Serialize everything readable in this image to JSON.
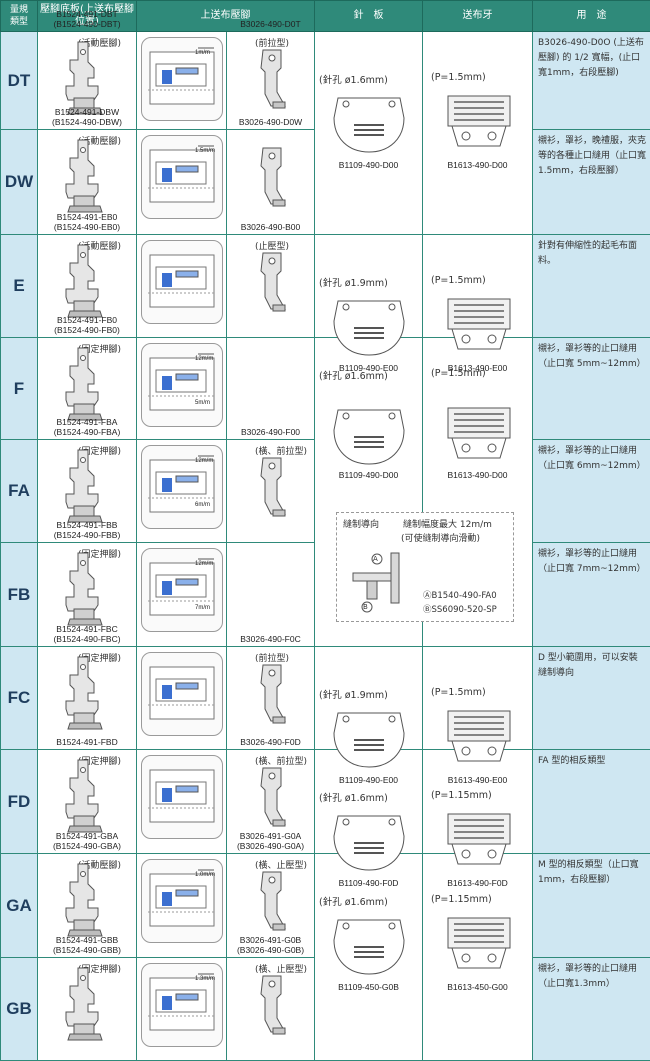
{
  "headers": {
    "type": "量規\n類型",
    "foot": "壓腳底板(上送布壓腳位置)",
    "upper": "上送布壓腳",
    "needle": "針　板",
    "feed": "送布牙",
    "use": "用　途"
  },
  "rows": [
    {
      "code": "DT",
      "foot_tag": "(活動壓腳)",
      "foot_pn": "B1524-491-DBT\n(B1524-490-DBT)",
      "upper_tag": "(前拉型)",
      "upper_pn": "B3026-490-D0T",
      "dim": "1m/m",
      "use": "B3026-490-D0O (上送布壓腳) 的 1/2 寬幅，(止口寬1mm，右段壓腳)"
    },
    {
      "code": "DW",
      "foot_tag": "(活動壓腳)",
      "foot_pn": "B1524-491-DBW\n(B1524-490-DBW)",
      "upper_pn": "B3026-490-D0W",
      "dim": "1.5m/m",
      "use": "襯衫，罩衫，晚禮服，夾克等的各種止口縫用（止口寬1.5mm，右段壓腳）"
    },
    {
      "code": "E",
      "foot_tag": "(活動壓腳)",
      "foot_pn": "B1524-491-EB0\n(B1524-490-EB0)",
      "upper_tag": "(止壓型)",
      "upper_pn": "B3026-490-B00",
      "use": "針對有伸縮性的起毛布面料。"
    },
    {
      "code": "F",
      "foot_tag": "(固定押腳)",
      "foot_pn": "B1524-491-FB0\n(B1524-490-FB0)",
      "dim": "12m/m",
      "dim2": "5m/m",
      "use": "襯衫，罩衫等的止口縫用（止口寬 5mm~12mm）"
    },
    {
      "code": "FA",
      "foot_tag": "(固定押腳)",
      "foot_pn": "B1524-491-FBA\n(B1524-490-FBA)",
      "upper_tag": "(橫、前拉型)",
      "upper_pn": "B3026-490-F00",
      "dim": "12m/m",
      "dim2": "6m/m",
      "use": "襯衫，罩衫等的止口縫用（止口寬 6mm~12mm）"
    },
    {
      "code": "FB",
      "foot_tag": "(固定押腳)",
      "foot_pn": "B1524-491-FBB\n(B1524-490-FBB)",
      "dim": "12m/m",
      "dim2": "7m/m",
      "use": "襯衫，罩衫等的止口縫用（止口寬 7mm~12mm）"
    },
    {
      "code": "FC",
      "foot_tag": "(固定押腳)",
      "foot_pn": "B1524-491-FBC\n(B1524-490-FBC)",
      "upper_tag": "(前拉型)",
      "upper_pn": "B3026-490-F0C",
      "use": "D 型小範圍用，可以安裝縫制導向"
    },
    {
      "code": "FD",
      "foot_tag": "(固定押腳)",
      "foot_pn": "B1524-491-FBD",
      "upper_tag": "(橫、前拉型)",
      "upper_pn": "B3026-490-F0D",
      "use": "FA 型的相反類型"
    },
    {
      "code": "GA",
      "foot_tag": "(活動壓腳)",
      "foot_pn": "B1524-491-GBA\n(B1524-490-GBA)",
      "upper_tag": "(橫、止壓型)",
      "upper_pn": "B3026-491-G0A\n(B3026-490-G0A)",
      "dim": "1.0m/m",
      "use": "M 型的相反類型（止口寬1mm，右段壓腳）"
    },
    {
      "code": "GB",
      "foot_tag": "(固定押腳)",
      "foot_pn": "B1524-491-GBB\n(B1524-490-GBB)",
      "upper_tag": "(橫、止壓型)",
      "upper_pn": "B3026-491-G0B\n(B3026-490-G0B)",
      "dim": "1.3m/m",
      "use": "襯衫，罩衫等的止口縫用（止口寬1.3mm）"
    }
  ],
  "needle_groups": [
    {
      "spec": "(針孔 ø1.6mm)",
      "pn": "B1109-490-D00"
    },
    {
      "spec": "(針孔 ø1.9mm)",
      "pn": "B1109-490-E00"
    },
    {
      "spec": "(針孔 ø1.6mm)",
      "pn": "B1109-490-D00"
    },
    {
      "spec": "(針孔 ø1.9mm)",
      "pn": "B1109-490-E00"
    },
    {
      "spec": "(針孔 ø1.6mm)",
      "pn": "B1109-490-F0D"
    },
    {
      "spec": "(針孔 ø1.6mm)",
      "pn": "B1109-450-G0B"
    }
  ],
  "feed_groups": [
    {
      "spec": "(P=1.5mm)",
      "pn": "B1613-490-D00"
    },
    {
      "spec": "(P=1.5mm)",
      "pn": "B1613-490-E00"
    },
    {
      "spec": "(P=1.5mm)",
      "pn": "B1613-490-D00"
    },
    {
      "spec": "(P=1.5mm)",
      "pn": "B1613-490-E00"
    },
    {
      "spec": "(P=1.15mm)",
      "pn": "B1613-490-F0D"
    },
    {
      "spec": "(P=1.15mm)",
      "pn": "B1613-450-G00"
    }
  ],
  "guide": {
    "title1": "縫制導向",
    "title2": "縫制幅度最大 12m/m",
    "title3": "(可使縫制導向滑動)",
    "a_pn": "ⒶB1540-490-FA0",
    "b_pn": "ⒷSS6090-520-SP",
    "mark_a": "A",
    "mark_b": "B"
  },
  "colors": {
    "header": "#2f8a7a",
    "code_bg": "#cfe7f2",
    "code_text": "#1f3e5e",
    "accent": "#3b6fd0"
  }
}
